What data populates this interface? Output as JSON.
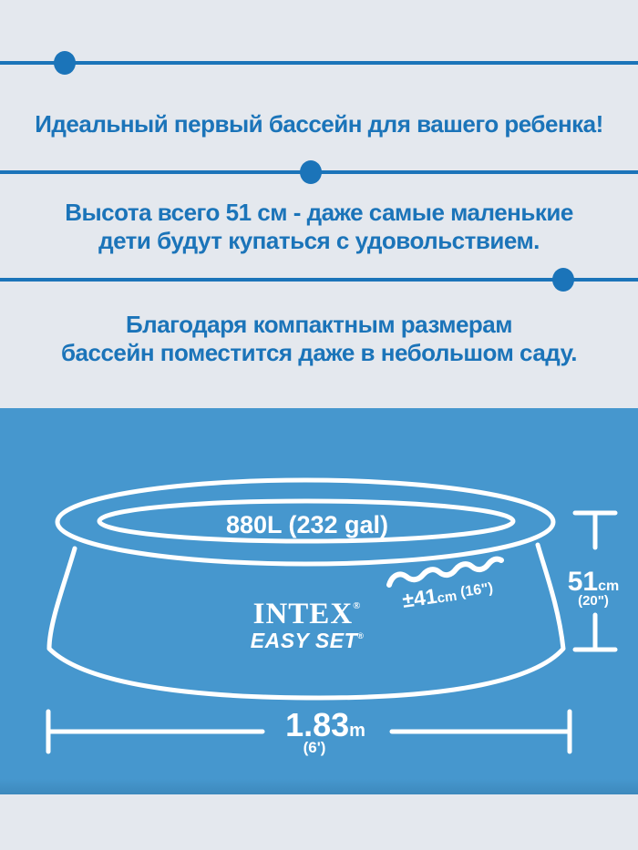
{
  "colors": {
    "background": "#e4e8ee",
    "accent_blue": "#1b74b9",
    "panel_blue": "#4697ce",
    "diagram_white": "#ffffff"
  },
  "claims": [
    {
      "line1": "Идеальный первый бассейн для вашего ребенка!",
      "line2": ""
    },
    {
      "line1": "Высота всего 51 см - даже самые маленькие",
      "line2": "дети будут купаться с удовольствием."
    },
    {
      "line1": "Благодаря компактным размерам",
      "line2": "бассейн поместится даже в небольшом саду."
    }
  ],
  "diagram": {
    "volume": "880L (232 gal)",
    "depth_value": "±41",
    "depth_unit": "cm",
    "depth_alt": " (16\")",
    "height_value": "51",
    "height_unit": "cm",
    "height_alt": "(20\")",
    "diameter_value": "1.83",
    "diameter_unit": "m",
    "diameter_alt": "(6')",
    "brand": "INTEX",
    "brand_reg": "®",
    "brand_sub": "EASY SET",
    "brand_sub_reg": "®"
  }
}
